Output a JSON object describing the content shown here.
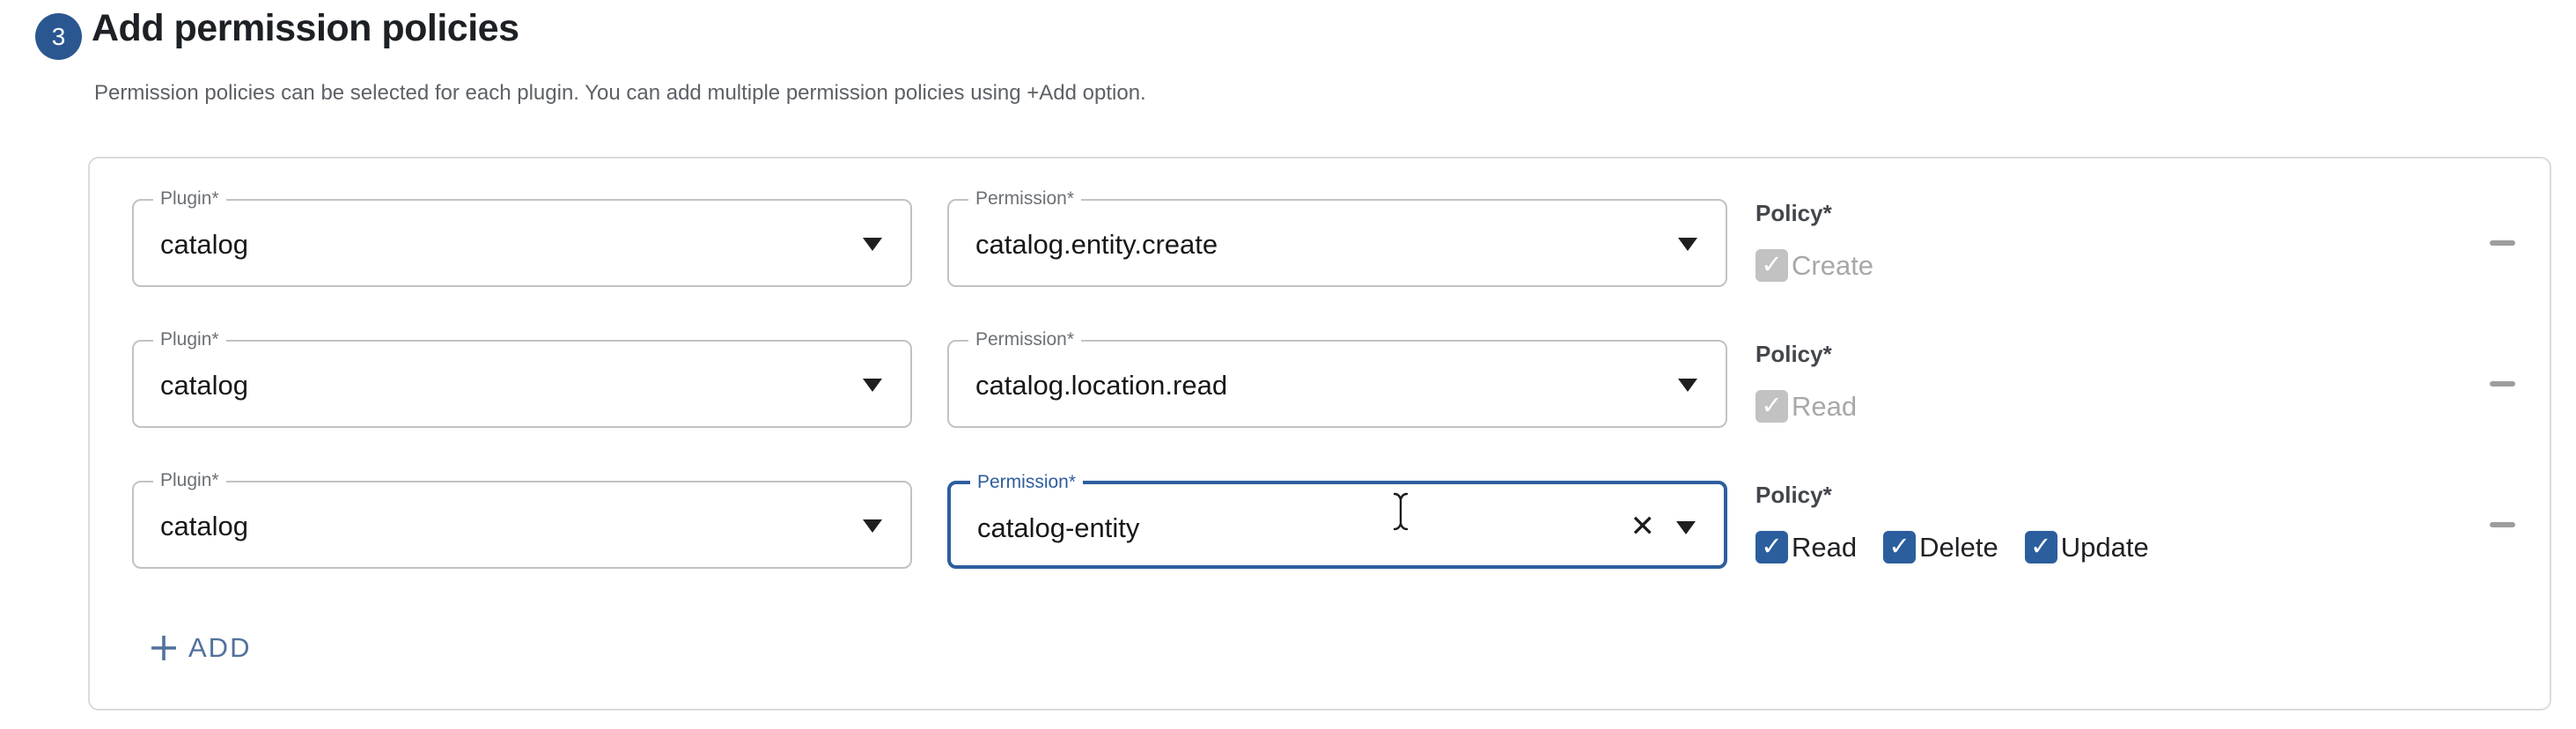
{
  "header": {
    "step_number": "3",
    "title": "Add permission policies",
    "description": "Permission policies can be selected for each plugin. You can add multiple permission policies using +Add option."
  },
  "icons": {
    "check": "✓",
    "clear": "✕"
  },
  "colors": {
    "accent_blue": "#2e5d9e",
    "step_circle_blue": "#2b5791",
    "checkbox_blue": "#2b5e9d",
    "add_button_blue": "#51719f",
    "disabled_checkbox_gray": "#c2c2c2",
    "disabled_label_gray": "#a8a8a8",
    "field_border_gray": "#c2c2c2",
    "minus_icon_gray": "#9d9d9d"
  },
  "rows": [
    {
      "plugin": {
        "label": "Plugin*",
        "value": "catalog"
      },
      "permission": {
        "label": "Permission*",
        "value": "catalog.entity.create"
      },
      "policy": {
        "label": "Policy*",
        "options": [
          {
            "label": "Create",
            "checked": true,
            "disabled": true
          }
        ]
      }
    },
    {
      "plugin": {
        "label": "Plugin*",
        "value": "catalog"
      },
      "permission": {
        "label": "Permission*",
        "value": "catalog.location.read"
      },
      "policy": {
        "label": "Policy*",
        "options": [
          {
            "label": "Read",
            "checked": true,
            "disabled": true
          }
        ]
      }
    },
    {
      "plugin": {
        "label": "Plugin*",
        "value": "catalog"
      },
      "permission": {
        "label": "Permission*",
        "value": "catalog-entity",
        "focused": true,
        "clearable": true
      },
      "policy": {
        "label": "Policy*",
        "options": [
          {
            "label": "Read",
            "checked": true,
            "disabled": false
          },
          {
            "label": "Delete",
            "checked": true,
            "disabled": false
          },
          {
            "label": "Update",
            "checked": true,
            "disabled": false
          }
        ]
      }
    }
  ],
  "add_button": {
    "label": "ADD"
  }
}
